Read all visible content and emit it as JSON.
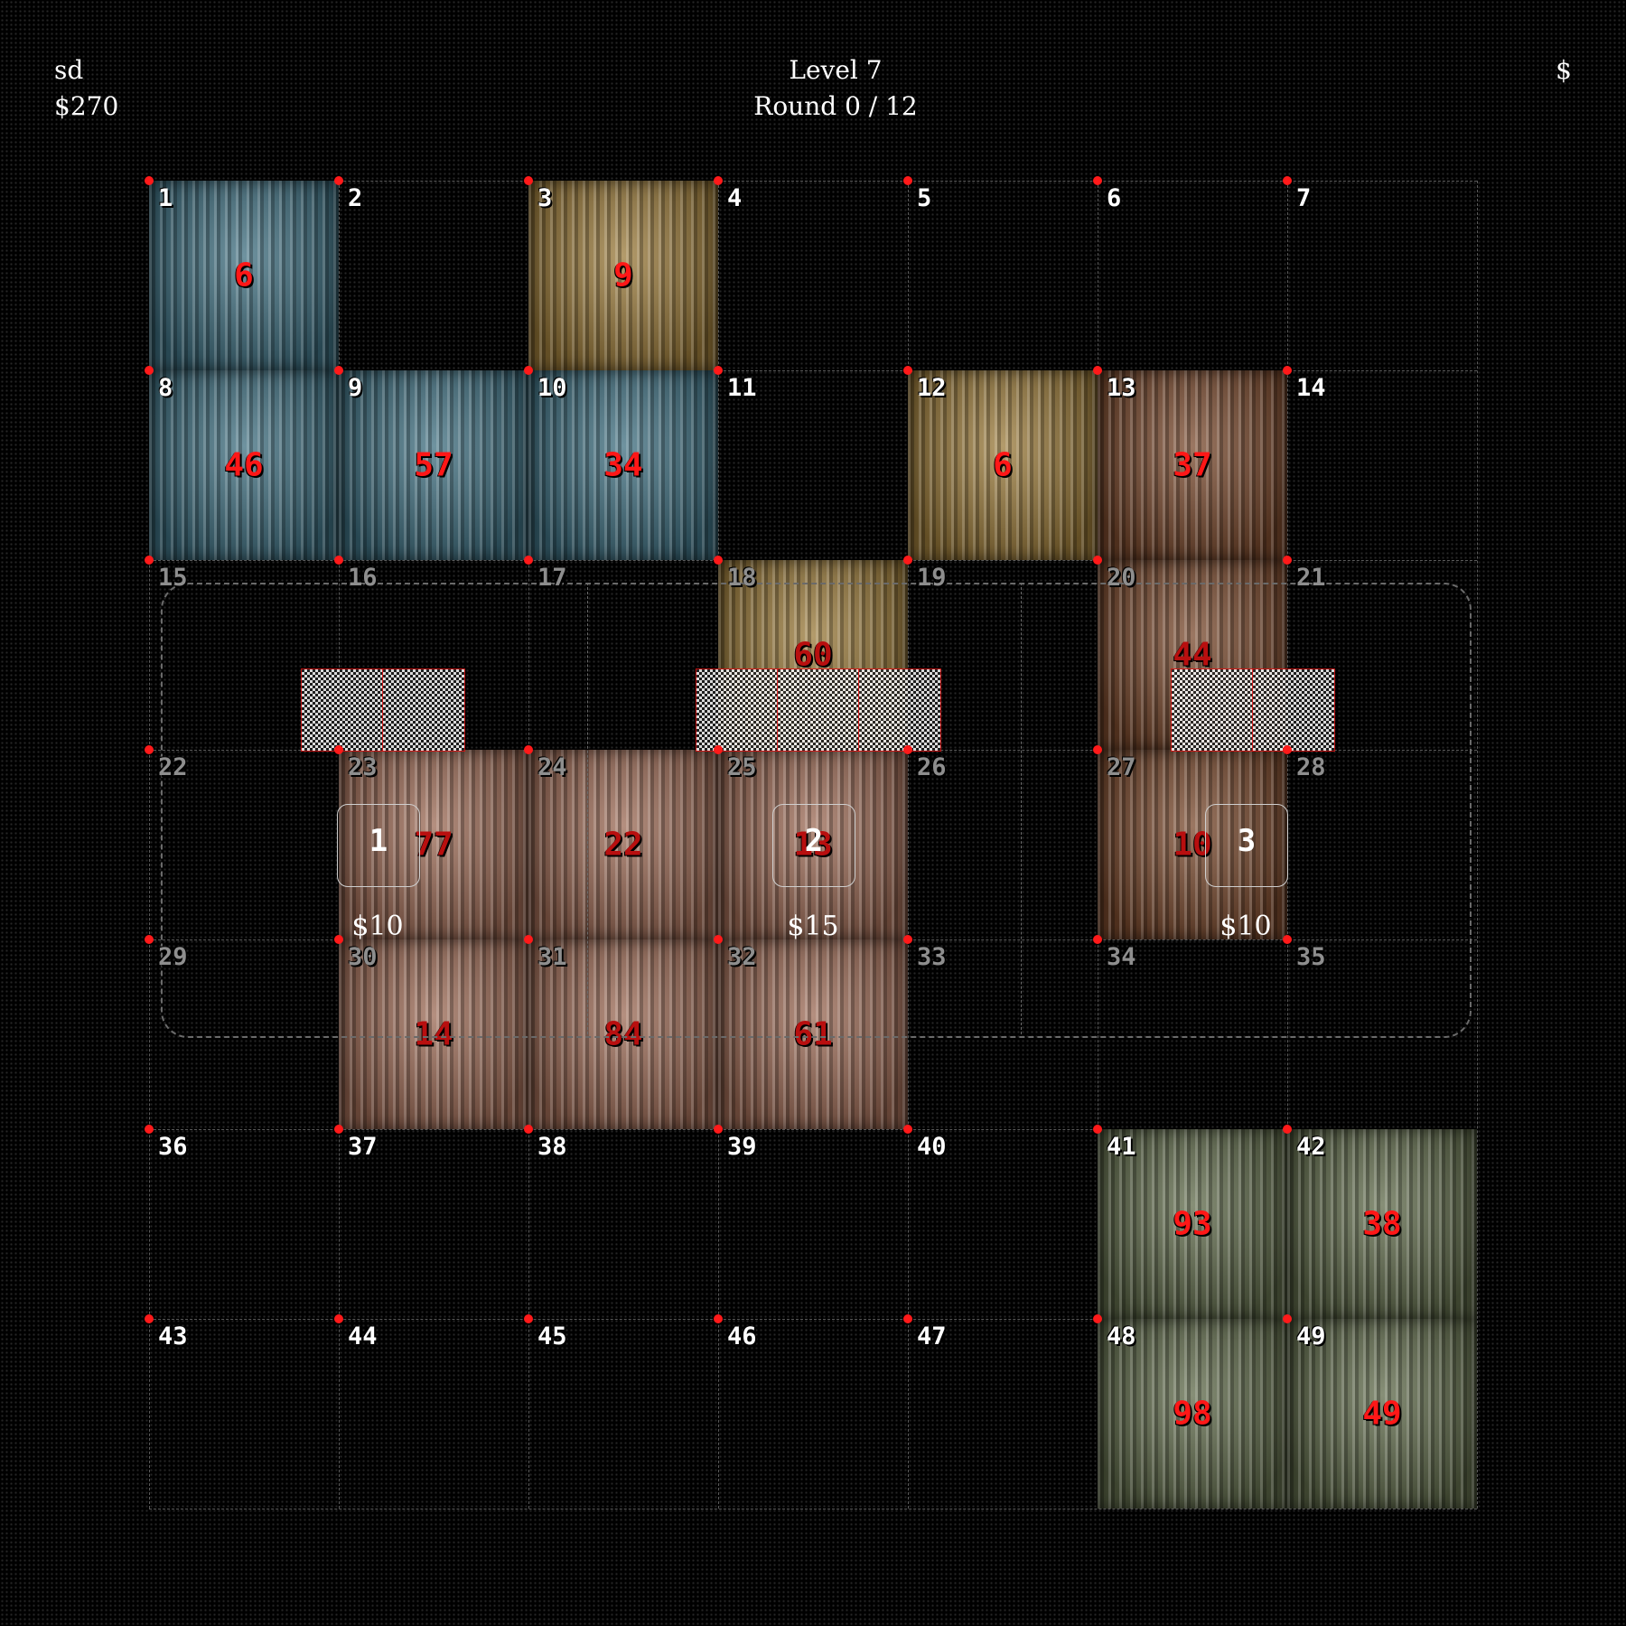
{
  "hud": {
    "player_name": "sd",
    "money": "$270",
    "level": "Level 7",
    "round": "Round 0 / 12",
    "right_symbol": "$"
  },
  "board": {
    "columns": 7,
    "rows": 7,
    "cells": [
      {
        "n": "1",
        "dim": false
      },
      {
        "n": "2",
        "dim": false
      },
      {
        "n": "3",
        "dim": false
      },
      {
        "n": "4",
        "dim": false
      },
      {
        "n": "5",
        "dim": false
      },
      {
        "n": "6",
        "dim": false
      },
      {
        "n": "7",
        "dim": false
      },
      {
        "n": "8",
        "dim": false
      },
      {
        "n": "9",
        "dim": false
      },
      {
        "n": "10",
        "dim": false
      },
      {
        "n": "11",
        "dim": false
      },
      {
        "n": "12",
        "dim": false
      },
      {
        "n": "13",
        "dim": false
      },
      {
        "n": "14",
        "dim": false
      },
      {
        "n": "15",
        "dim": true
      },
      {
        "n": "16",
        "dim": true
      },
      {
        "n": "17",
        "dim": true
      },
      {
        "n": "18",
        "dim": true
      },
      {
        "n": "19",
        "dim": true
      },
      {
        "n": "20",
        "dim": true
      },
      {
        "n": "21",
        "dim": true
      },
      {
        "n": "22",
        "dim": true
      },
      {
        "n": "23",
        "dim": true
      },
      {
        "n": "24",
        "dim": true
      },
      {
        "n": "25",
        "dim": true
      },
      {
        "n": "26",
        "dim": true
      },
      {
        "n": "27",
        "dim": true
      },
      {
        "n": "28",
        "dim": true
      },
      {
        "n": "29",
        "dim": true
      },
      {
        "n": "30",
        "dim": true
      },
      {
        "n": "31",
        "dim": true
      },
      {
        "n": "32",
        "dim": true
      },
      {
        "n": "33",
        "dim": true
      },
      {
        "n": "34",
        "dim": true
      },
      {
        "n": "35",
        "dim": true
      },
      {
        "n": "36",
        "dim": false
      },
      {
        "n": "37",
        "dim": false
      },
      {
        "n": "38",
        "dim": false
      },
      {
        "n": "39",
        "dim": false
      },
      {
        "n": "40",
        "dim": false
      },
      {
        "n": "41",
        "dim": false
      },
      {
        "n": "42",
        "dim": false
      },
      {
        "n": "43",
        "dim": false
      },
      {
        "n": "44",
        "dim": false
      },
      {
        "n": "45",
        "dim": false
      },
      {
        "n": "46",
        "dim": false
      },
      {
        "n": "47",
        "dim": false
      },
      {
        "n": "48",
        "dim": false
      },
      {
        "n": "49",
        "dim": false
      }
    ],
    "pieces": [
      {
        "name": "blue-worm-piece",
        "color": "#3f6f80",
        "cells": [
          1,
          8,
          9,
          10
        ],
        "values": [
          {
            "cell": 1,
            "v": "6"
          },
          {
            "cell": 8,
            "v": "46"
          },
          {
            "cell": 9,
            "v": "57"
          },
          {
            "cell": 10,
            "v": "34"
          }
        ]
      },
      {
        "name": "gold-worm-piece-a",
        "color": "#9a7a3a",
        "cells": [
          3
        ],
        "values": [
          {
            "cell": 3,
            "v": "9"
          }
        ]
      },
      {
        "name": "gold-worm-piece-b",
        "color": "#9a7a3a",
        "cells": [
          12
        ],
        "values": [
          {
            "cell": 12,
            "v": "6"
          }
        ]
      },
      {
        "name": "brown-worm-piece",
        "color": "#7a4a2e",
        "cells": [
          13,
          20,
          27
        ],
        "values": [
          {
            "cell": 13,
            "v": "37"
          },
          {
            "cell": 20,
            "v": "44"
          },
          {
            "cell": 27,
            "v": "10"
          }
        ]
      },
      {
        "name": "gold-worm-piece-c",
        "color": "#9a7a3a",
        "cells": [
          18
        ],
        "values": [
          {
            "cell": 18,
            "v": "60"
          }
        ]
      },
      {
        "name": "pink-worm-piece",
        "color": "#9c6a55",
        "cells": [
          23,
          24,
          25,
          30,
          31,
          32
        ],
        "values": [
          {
            "cell": 23,
            "v": "77"
          },
          {
            "cell": 24,
            "v": "22"
          },
          {
            "cell": 25,
            "v": "13"
          },
          {
            "cell": 30,
            "v": "14"
          },
          {
            "cell": 31,
            "v": "84"
          },
          {
            "cell": 32,
            "v": "61"
          }
        ]
      },
      {
        "name": "green-worm-piece",
        "color": "#5f6a4a",
        "cells": [
          41,
          42,
          48,
          49
        ],
        "values": [
          {
            "cell": 41,
            "v": "93"
          },
          {
            "cell": 42,
            "v": "38"
          },
          {
            "cell": 48,
            "v": "98"
          },
          {
            "cell": 49,
            "v": "49"
          }
        ]
      }
    ]
  },
  "shop": {
    "offers": [
      {
        "label": "1",
        "price": "$10"
      },
      {
        "label": "2",
        "price": "$15"
      },
      {
        "label": "3",
        "price": "$10"
      }
    ]
  },
  "colors": {
    "accent": "#ff1a1a",
    "background": "#000000",
    "grid": "#5a5a5a"
  }
}
